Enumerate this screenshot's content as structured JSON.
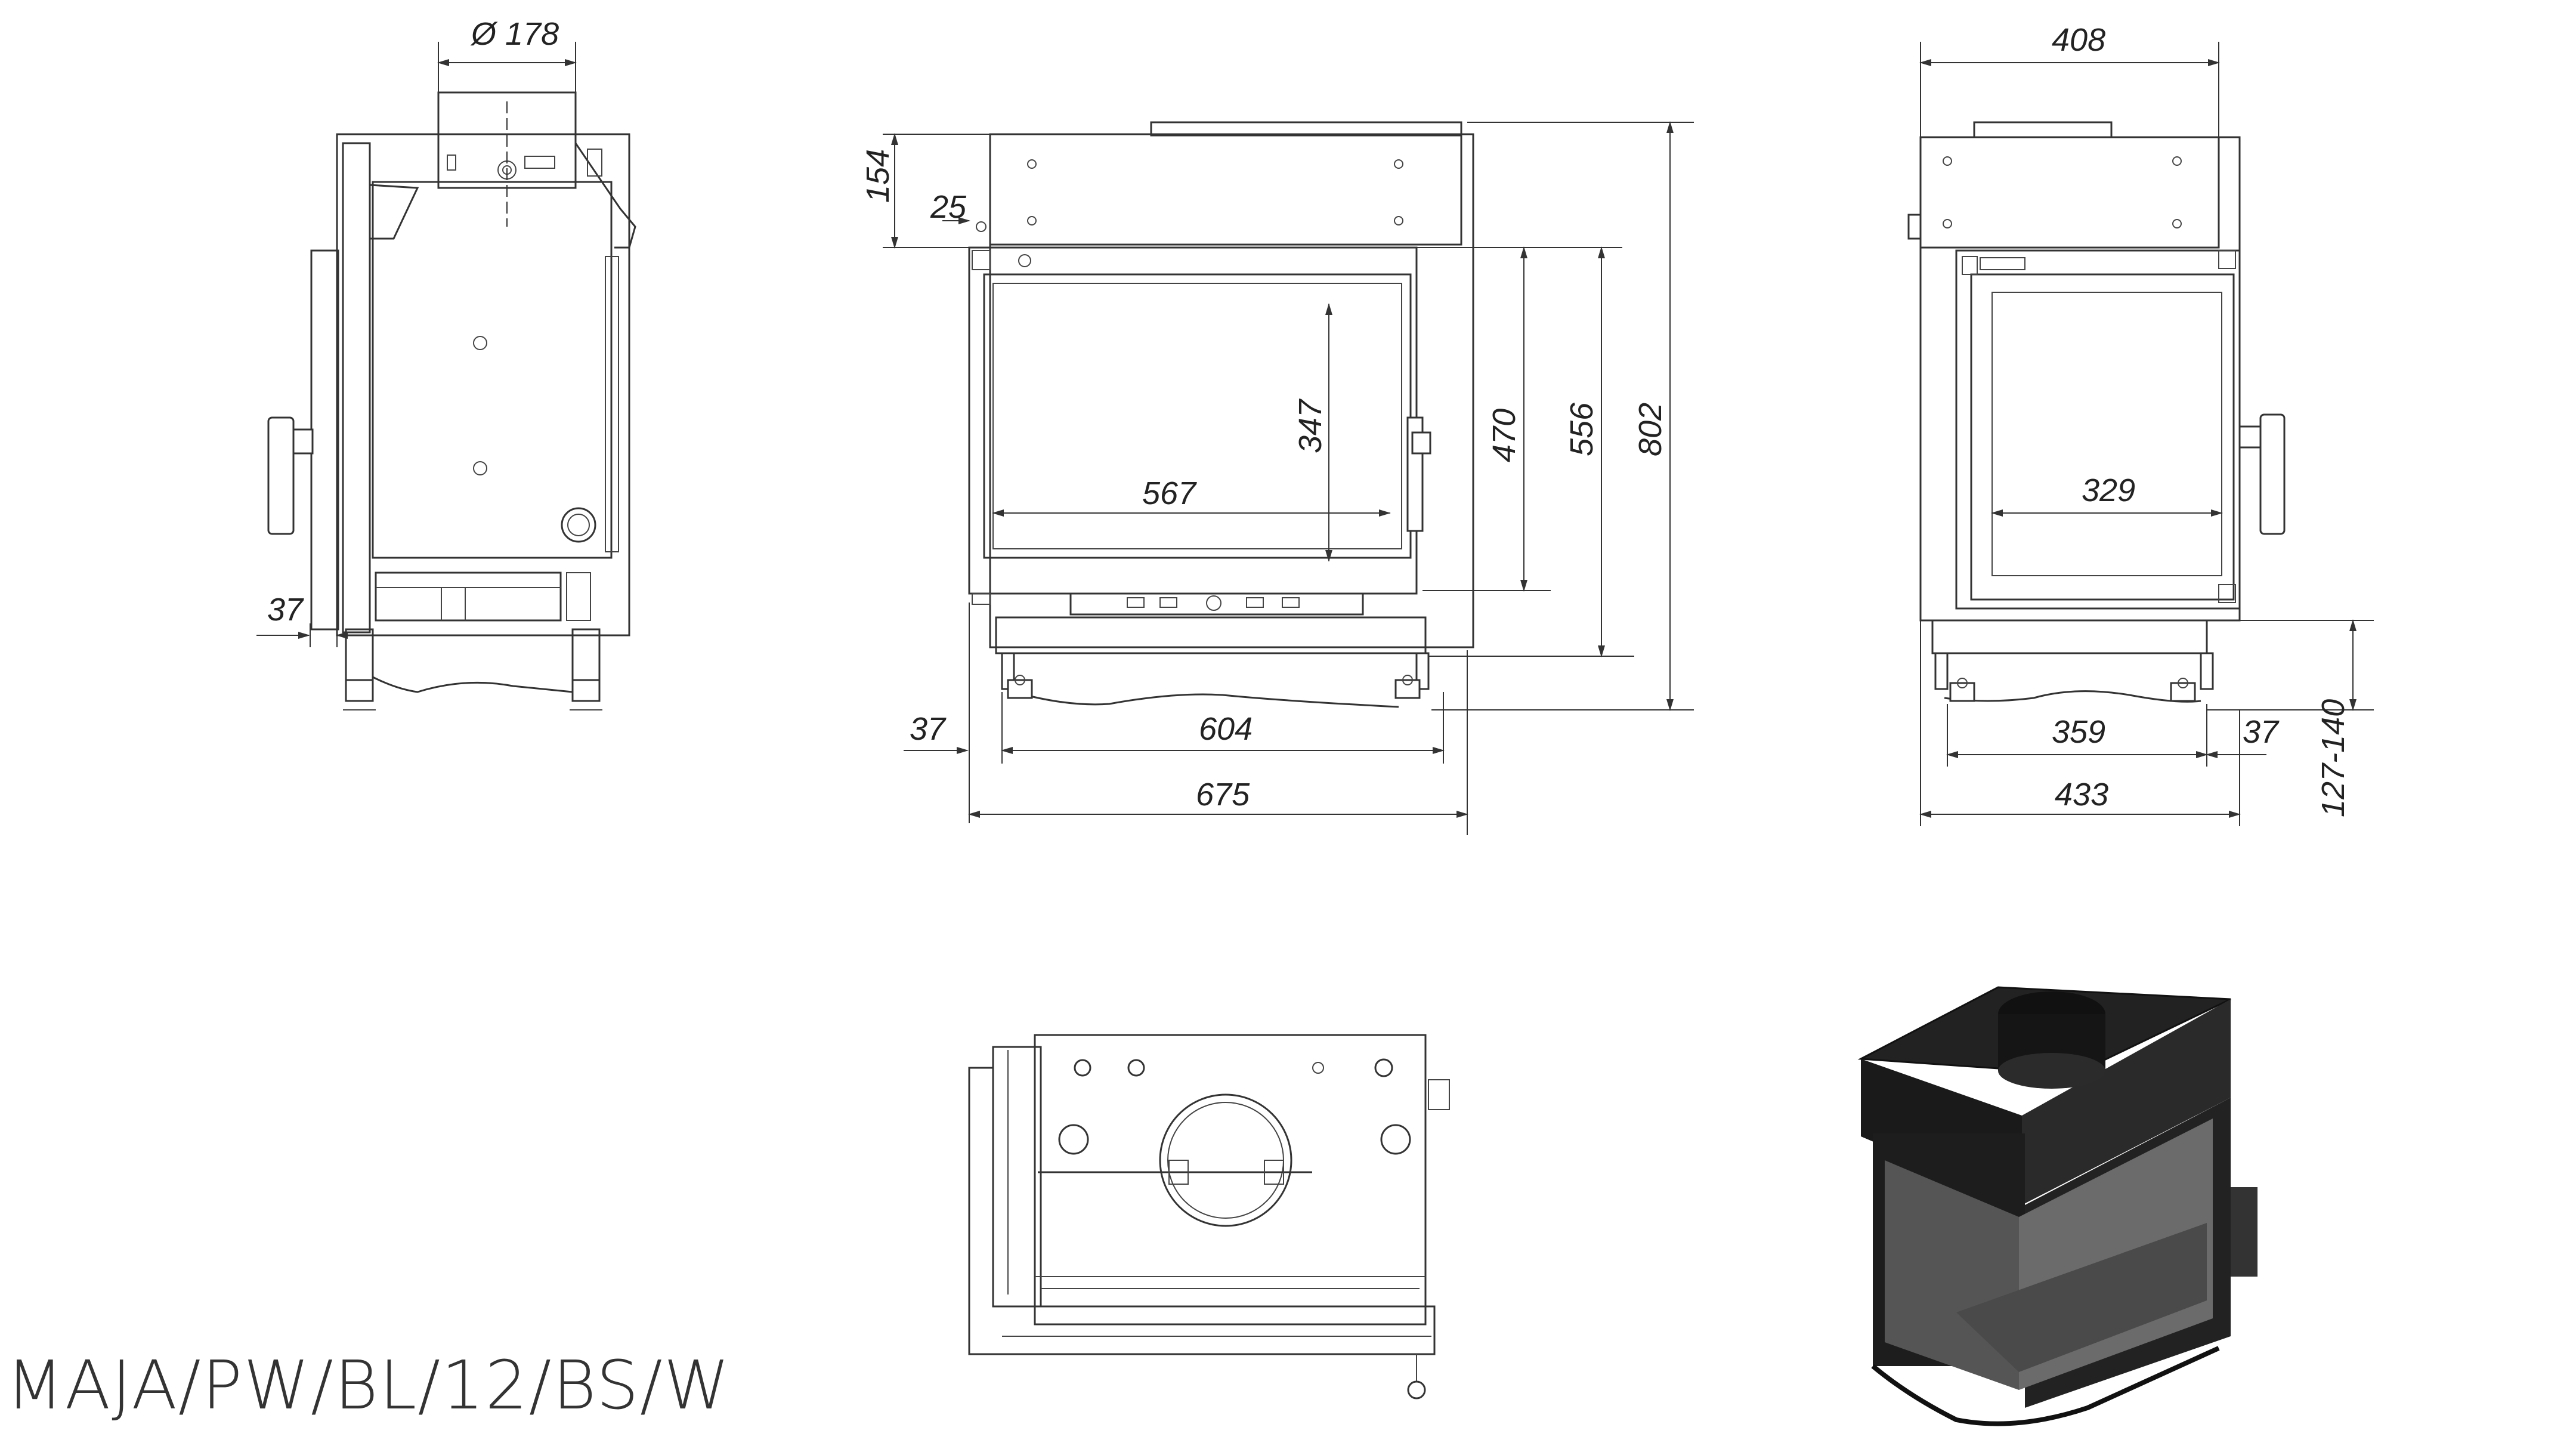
{
  "model_code": "MAJA/PW/BL/12/BS/W",
  "dimensions": {
    "flue_diameter": "Ø 178",
    "side_left_leg": "37",
    "top_height": "154",
    "offset_25": "25",
    "glass_height": "347",
    "glass_width": "567",
    "opening_470": "470",
    "opening_556": "556",
    "total_height": "802",
    "front_left_leg": "37",
    "front_inner_width": "604",
    "front_total_width": "675",
    "side_top_width": "408",
    "side_glass_width": "329",
    "side_inner_width": "359",
    "side_right_leg": "37",
    "side_total_width": "433",
    "leg_height_range": "127-140"
  }
}
